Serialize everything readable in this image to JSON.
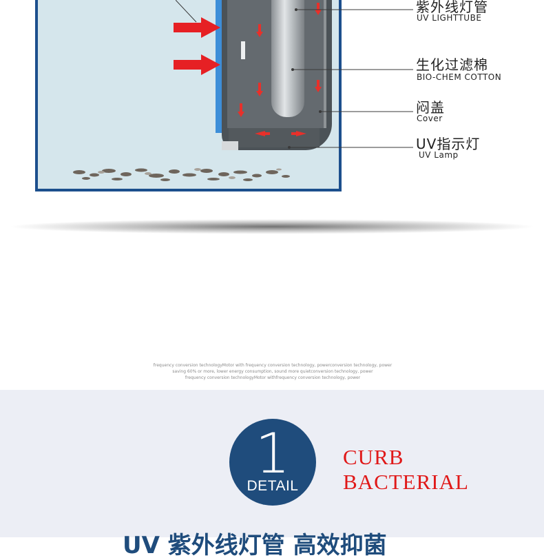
{
  "diagram": {
    "labels": [
      {
        "cn": "紫外线灯管",
        "en": "UV LIGHTTUBE"
      },
      {
        "cn": "生化过滤棉",
        "en": "BIO-CHEM COTTON"
      },
      {
        "cn": "闷盖",
        "en": "Cover"
      },
      {
        "cn": "UV指示灯",
        "en": "UV Lamp"
      }
    ]
  },
  "small_text": [
    "frequency conversion technologyMotor with  frequency conversion technology, powerconversion technology, power",
    "saving 60% or more, lower energy consumption, sound more quietconversion technology, power",
    "frequency conversion technologyMotor withfrequency conversion technology, power"
  ],
  "detail": {
    "number": "1",
    "label": "DETAIL",
    "headline": "CURB BACTERIAL",
    "partial_title": "UV 紫外线灯管 高效抑菌"
  },
  "colors": {
    "accent_blue": "#1f4c7c",
    "headline_red": "#e01818",
    "tank_water": "#d5e6ec"
  }
}
